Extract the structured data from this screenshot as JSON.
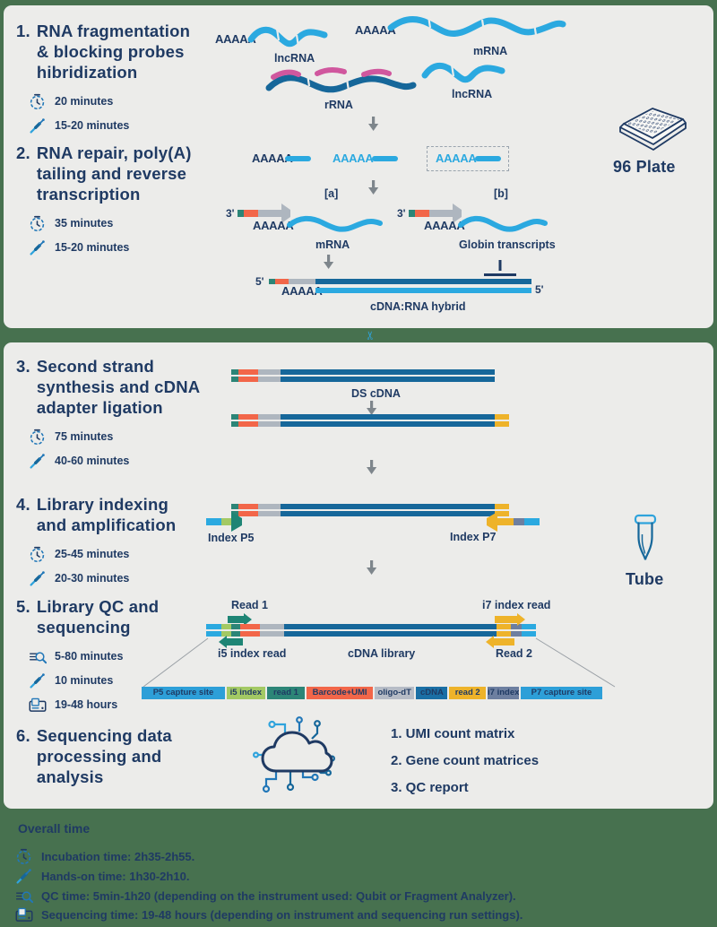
{
  "colors": {
    "background_green": "#47714F",
    "panel_gray": "#ECECEA",
    "navy_text": "#1F3A63",
    "light_blue_rna": "#2BA9E0",
    "dark_blue_cdna": "#16679A",
    "pink_probe": "#D0579E",
    "orange_barcode": "#F26649",
    "teal_read1": "#2C8577",
    "gray_oligo": "#B6BCC6",
    "yellow_read2": "#EEB32A",
    "green_i5": "#A3C964",
    "slate_i7": "#6D7FA0",
    "capture_blue": "#2D9FD8",
    "arrow_gray": "#7E868C"
  },
  "steps": [
    {
      "num": "1.",
      "lines": [
        "RNA fragmentation",
        "& blocking probes",
        "hibridization"
      ],
      "times": [
        {
          "icon": "clock",
          "label": "20 minutes"
        },
        {
          "icon": "pipette",
          "label": "15-20 minutes"
        }
      ]
    },
    {
      "num": "2.",
      "lines": [
        "RNA repair, poly(A)",
        "tailing and reverse",
        "transcription"
      ],
      "times": [
        {
          "icon": "clock",
          "label": "35 minutes"
        },
        {
          "icon": "pipette",
          "label": "15-20 minutes"
        }
      ]
    },
    {
      "num": "3.",
      "lines": [
        "Second strand",
        "synthesis and cDNA",
        "adapter ligation"
      ],
      "times": [
        {
          "icon": "clock",
          "label": "75 minutes"
        },
        {
          "icon": "pipette",
          "label": "40-60 minutes"
        }
      ]
    },
    {
      "num": "4.",
      "lines": [
        "Library indexing",
        "and amplification"
      ],
      "times": [
        {
          "icon": "clock",
          "label": "25-45 minutes"
        },
        {
          "icon": "pipette",
          "label": "20-30 minutes"
        }
      ]
    },
    {
      "num": "5.",
      "lines": [
        "Library QC and",
        "sequencing"
      ],
      "times": [
        {
          "icon": "qc",
          "label": "5-80 minutes"
        },
        {
          "icon": "pipette",
          "label": "10 minutes"
        },
        {
          "icon": "sequencer",
          "label": "19-48 hours"
        }
      ]
    },
    {
      "num": "6.",
      "lines": [
        "Sequencing data",
        "processing and",
        "analysis"
      ],
      "times": []
    }
  ],
  "labels": {
    "aaaaa": "AAAAA",
    "lncrna": "lncRNA",
    "mrna": "mRNA",
    "rrna": "rRNA",
    "a": "[a]",
    "b": "[b]",
    "three_prime": "3'",
    "five_prime": "5'",
    "globin": "Globin transcripts",
    "hybrid": "cDNA:RNA hybrid",
    "ds_cdna": "DS cDNA",
    "index_p5": "Index P5",
    "index_p7": "Index P7",
    "read1": "Read 1",
    "i5_read": "i5 index read",
    "i7_read": "i7 index read",
    "read2": "Read 2",
    "cdna_library": "cDNA library"
  },
  "equipment": {
    "plate": "96 Plate",
    "tube": "Tube"
  },
  "legend": {
    "segments": [
      {
        "label": "P5 capture site",
        "color": "#2D9FD8"
      },
      {
        "label": "i5 index",
        "color": "#A3C964"
      },
      {
        "label": "read 1",
        "color": "#2C8577"
      },
      {
        "label": "Barcode+UMI",
        "color": "#F26649"
      },
      {
        "label": "oligo-dT",
        "color": "#B6BCC6"
      },
      {
        "label": "cDNA",
        "color": "#1A6FA5"
      },
      {
        "label": "read 2",
        "color": "#EEB32A"
      },
      {
        "label": "i7 index",
        "color": "#6D7FA0"
      },
      {
        "label": "P7 capture site",
        "color": "#2D9FD8"
      }
    ]
  },
  "outputs": {
    "items": [
      "1. UMI count matrix",
      "2. Gene count matrices",
      "3. QC report"
    ]
  },
  "overall": {
    "title": "Overall time",
    "rows": [
      {
        "icon": "clock",
        "text": "Incubation time: 2h35-2h55."
      },
      {
        "icon": "pipette",
        "text": "Hands-on time: 1h30-2h10."
      },
      {
        "icon": "qc",
        "text": "QC time: 5min-1h20 (depending on the instrument used: Qubit or Fragment Analyzer)."
      },
      {
        "icon": "sequencer",
        "text": "Sequencing time: 19-48 hours (depending on instrument and sequencing run settings)."
      }
    ]
  }
}
